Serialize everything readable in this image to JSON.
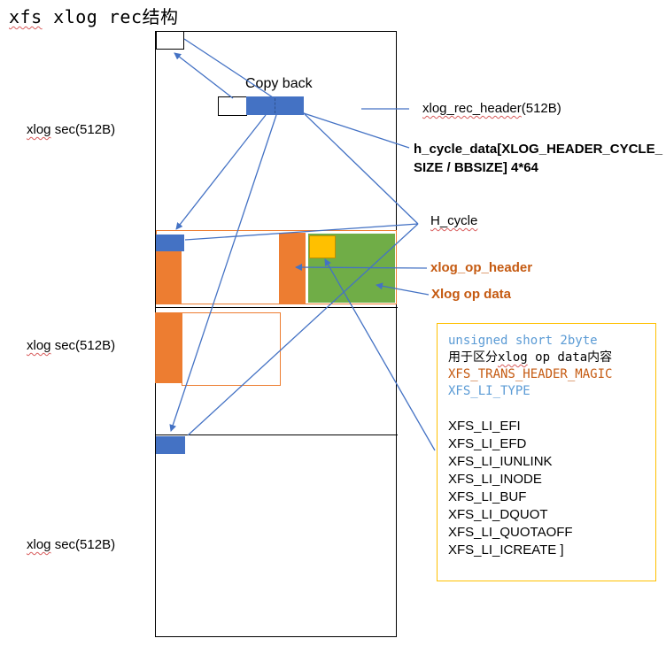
{
  "title": {
    "flagged": "xfs",
    "rest": " xlog rec结构"
  },
  "colors": {
    "box_blue": "#4472C4",
    "box_blue_dark": "#2F528F",
    "box_orange": "#ED7D31",
    "box_green": "#70AD47",
    "box_yellow": "#FFC000",
    "connector_blue": "#4472C4",
    "label_orange": "#C55A11",
    "mono_blue": "#5B9BD5",
    "info_border_gold": "#FFC000",
    "squiggle_red": "#d85c5c"
  },
  "left_labels": [
    {
      "flagged": "xlog",
      "rest": " sec(512B)"
    },
    {
      "flagged": "xlog",
      "rest": " sec(512B)"
    },
    {
      "flagged": "xlog",
      "rest": " sec(512B)"
    }
  ],
  "diagram": {
    "copy_back_label": "Copy back"
  },
  "right_labels": {
    "rec_header_flagged": "xlog_rec_header",
    "rec_header_rest": "(512B)",
    "h_cycle_data_line1": "h_cycle_data[XLOG_HEADER_CYCLE_",
    "h_cycle_data_line2": "SIZE / BBSIZE] 4*64",
    "h_cycle": "H_cycle",
    "op_header": "xlog_op_header",
    "op_data": "Xlog op data"
  },
  "info_box": {
    "line1": "unsigned short 2byte",
    "line2_pre": "用于区分",
    "line2_flag": "xlog",
    "line2_post": " op data内容",
    "line3": "XFS_TRANS_HEADER_MAGIC",
    "line4": "XFS_LI_TYPE",
    "list": [
      "XFS_LI_EFI",
      "XFS_LI_EFD",
      "XFS_LI_IUNLINK",
      "XFS_LI_INODE",
      "XFS_LI_BUF",
      "XFS_LI_DQUOT",
      "XFS_LI_QUOTAOFF",
      "XFS_LI_ICREATE ]"
    ]
  }
}
